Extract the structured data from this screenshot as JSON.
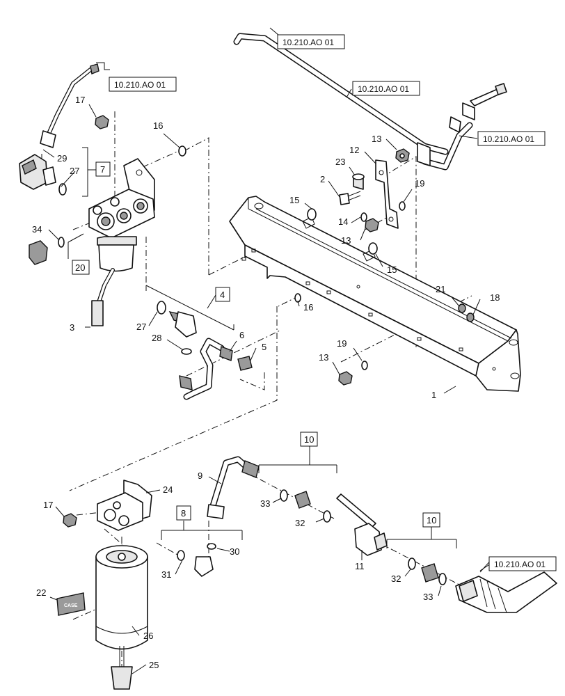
{
  "diagram": {
    "references": {
      "top_bar": "10.210.AO 01",
      "top_tube": "10.210.AO 01",
      "left_wire": "10.210.AO 01",
      "right_bracket": "10.210.AO 01",
      "hose": "10.210.AO 01"
    },
    "group_boxes": {
      "g7": "7",
      "g20": "20",
      "g4": "4",
      "g8": "8",
      "g10a": "10",
      "g10b": "10"
    },
    "callouts": {
      "c1": "1",
      "c2": "2",
      "c3": "3",
      "c5": "5",
      "c6": "6",
      "c9": "9",
      "c11": "11",
      "c12": "12",
      "c13a": "13",
      "c13b": "13",
      "c13c": "13",
      "c14": "14",
      "c15a": "15",
      "c15b": "15",
      "c16a": "16",
      "c16b": "16",
      "c17a": "17",
      "c17b": "17",
      "c18": "18",
      "c19a": "19",
      "c19b": "19",
      "c21": "21",
      "c22": "22",
      "c23": "23",
      "c24": "24",
      "c25": "25",
      "c26": "26",
      "c27a": "27",
      "c27b": "27",
      "c28": "28",
      "c29": "29",
      "c30": "30",
      "c31": "31",
      "c32a": "32",
      "c32b": "32",
      "c33a": "33",
      "c33b": "33",
      "c34": "34"
    },
    "decal_text": "CASE"
  }
}
